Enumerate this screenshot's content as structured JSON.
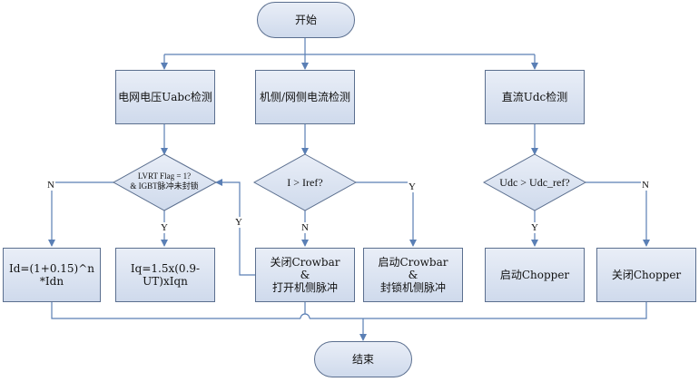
{
  "start": "开始",
  "end": "结束",
  "detect": {
    "grid_voltage": "电网电压Uabc检测",
    "current": "机侧/网侧电流检测",
    "dc": "直流Udc检测"
  },
  "decisions": {
    "lvrt_line1": "LVRT Flag = 1?",
    "lvrt_line2": "& IGBT脉冲未封锁",
    "iref": "I > Iref?",
    "udc": "Udc > Udc_ref?"
  },
  "actions": {
    "id_eq": "Id=(1+0.15)^n *Idn",
    "iq_line1": "Iq=1.5x(0.9-",
    "iq_line2": "UT)xIqn",
    "close_crowbar_l1": "关闭Crowbar",
    "close_crowbar_l2": "&",
    "close_crowbar_l3": "打开机侧脉冲",
    "start_crowbar_l1": "启动Crowbar",
    "start_crowbar_l2": "&",
    "start_crowbar_l3": "封锁机侧脉冲",
    "start_chopper": "启动Chopper",
    "close_chopper": "关闭Chopper"
  },
  "labels": {
    "n1": "N",
    "y1": "Y",
    "n2": "N",
    "y2": "Y",
    "y3": "Y",
    "n3": "N",
    "y_feedback": "Y"
  },
  "colors": {
    "line": "#5a7fb5",
    "border": "#5b6f8f",
    "fill_top": "#e9eef7",
    "fill_bottom": "#cfdaec"
  }
}
